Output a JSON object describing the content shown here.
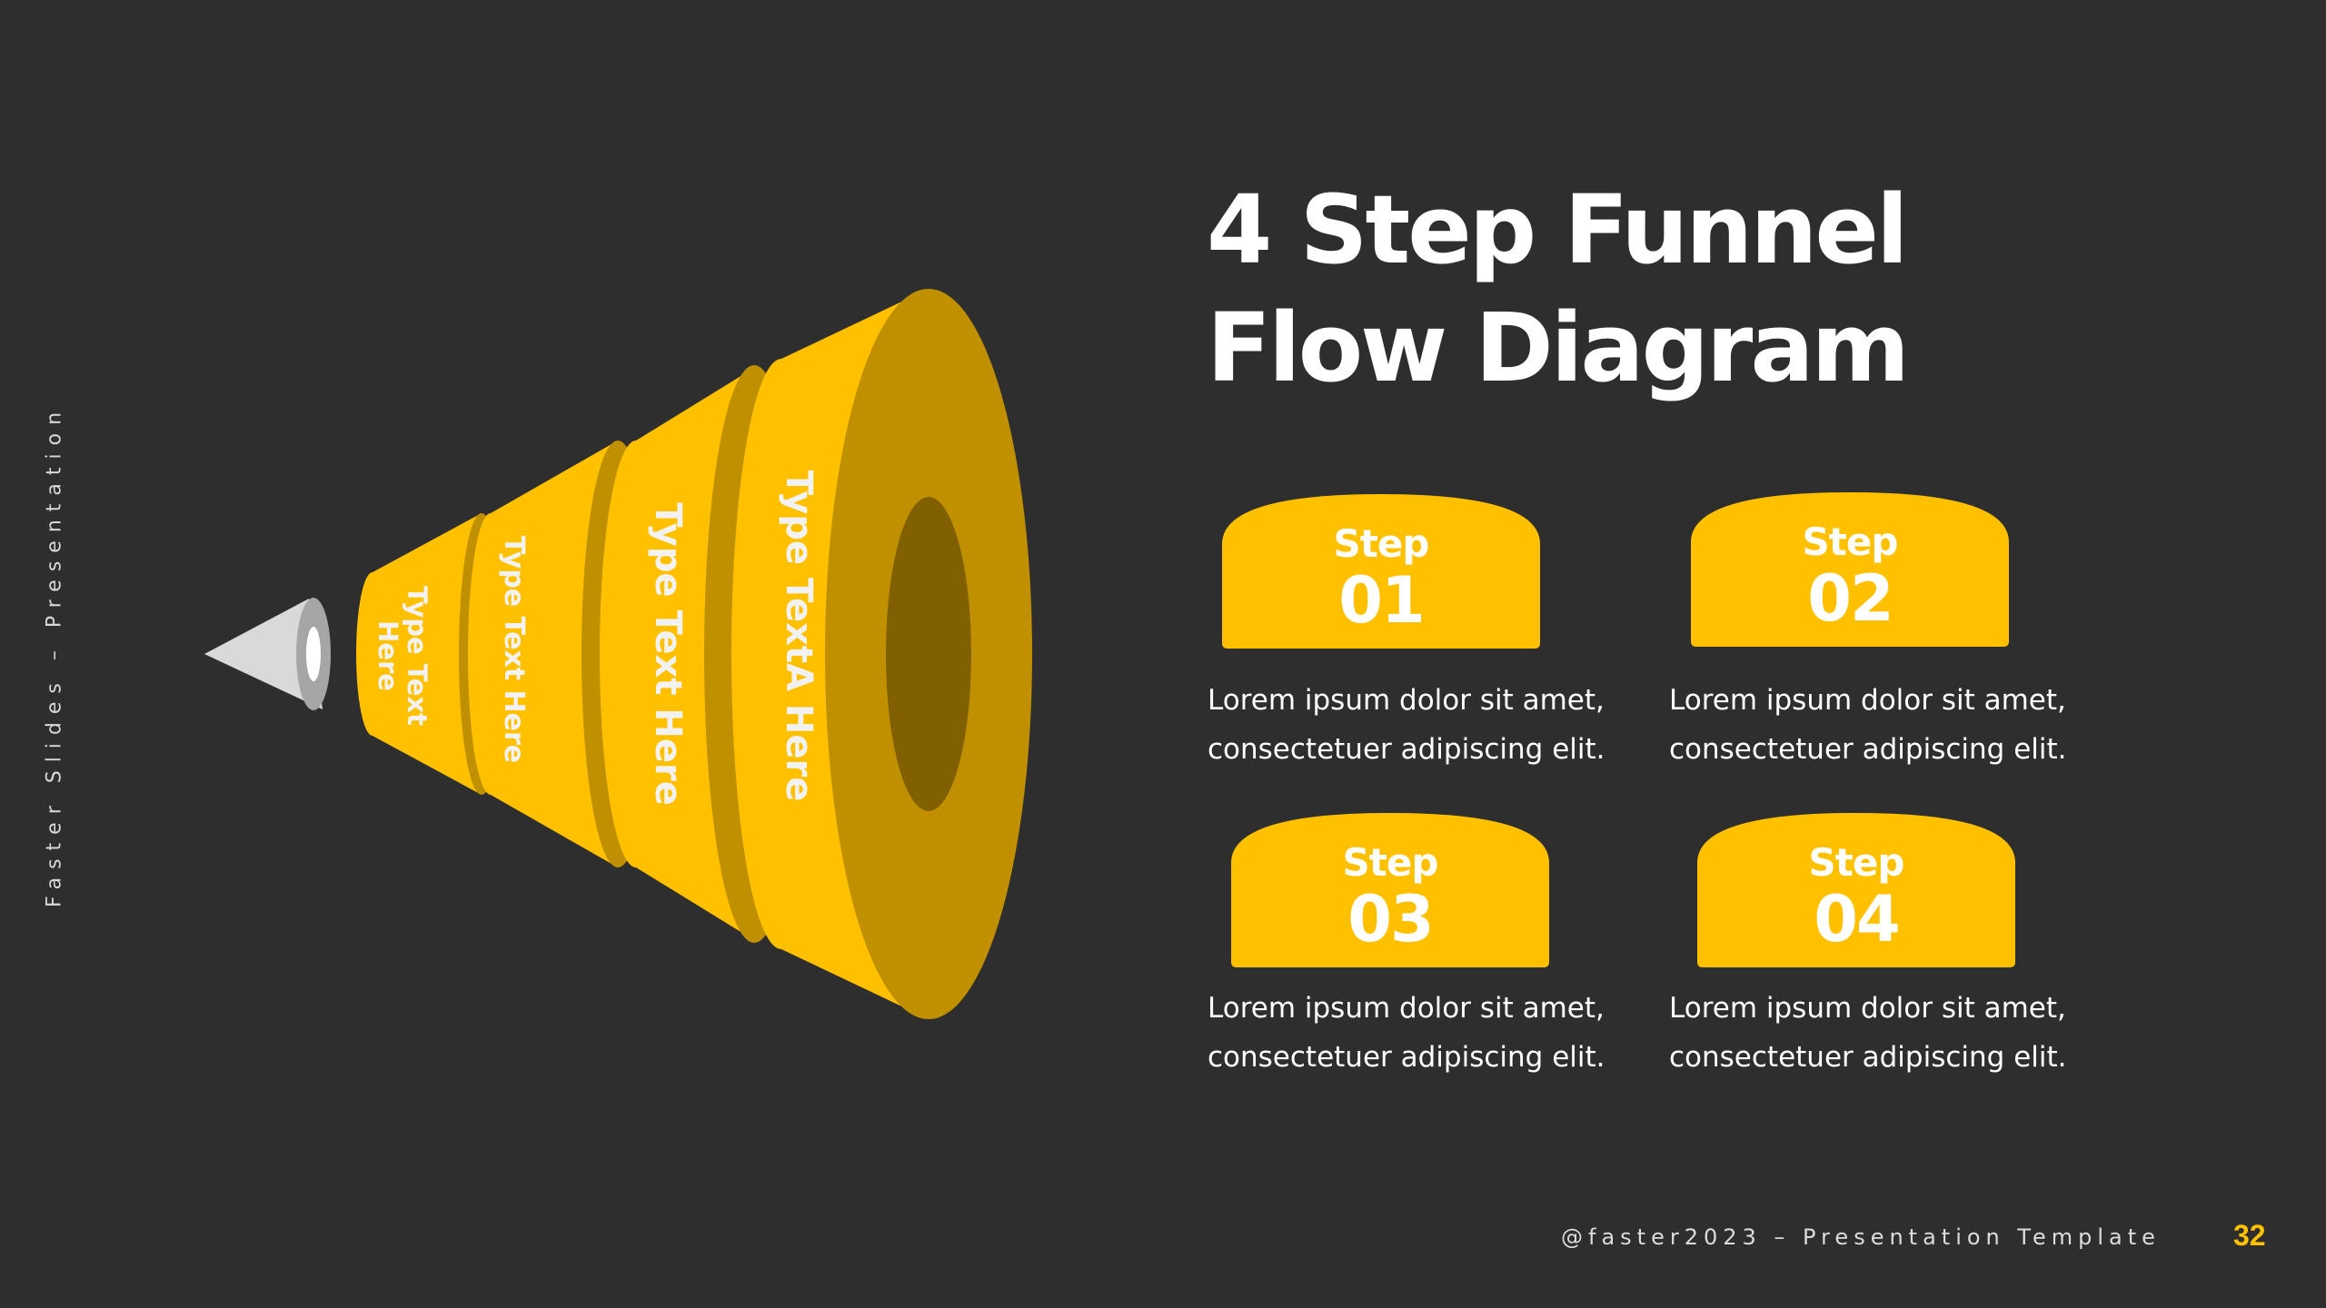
{
  "side_label": "Faster Slides – Presentation",
  "title": {
    "line1": "4 Step Funnel",
    "line2": "Flow Diagram"
  },
  "funnel": {
    "segments": [
      {
        "label": "Type TextA Here"
      },
      {
        "label": "Type Text Here"
      },
      {
        "label": "Type Text Here"
      },
      {
        "label_line1": "Type Text",
        "label_line2": "Here"
      }
    ],
    "nozzle_icon": "cone-nozzle"
  },
  "steps": [
    {
      "word": "Step",
      "number": "01",
      "desc_line1": "Lorem ipsum dolor sit amet,",
      "desc_line2": "consectetuer adipiscing elit."
    },
    {
      "word": "Step",
      "number": "02",
      "desc_line1": "Lorem ipsum dolor sit amet,",
      "desc_line2": "consectetuer adipiscing elit."
    },
    {
      "word": "Step",
      "number": "03",
      "desc_line1": "Lorem ipsum dolor sit amet,",
      "desc_line2": "consectetuer adipiscing elit."
    },
    {
      "word": "Step",
      "number": "04",
      "desc_line1": "Lorem ipsum dolor sit amet,",
      "desc_line2": "consectetuer adipiscing elit."
    }
  ],
  "footer": {
    "text": "@faster2023 – Presentation Template",
    "page_number": "32"
  },
  "colors": {
    "background": "#2e2e2e",
    "accent": "#ffc000",
    "accent_dark": "#c09000",
    "accent_darker": "#806000",
    "text": "#ffffff"
  }
}
